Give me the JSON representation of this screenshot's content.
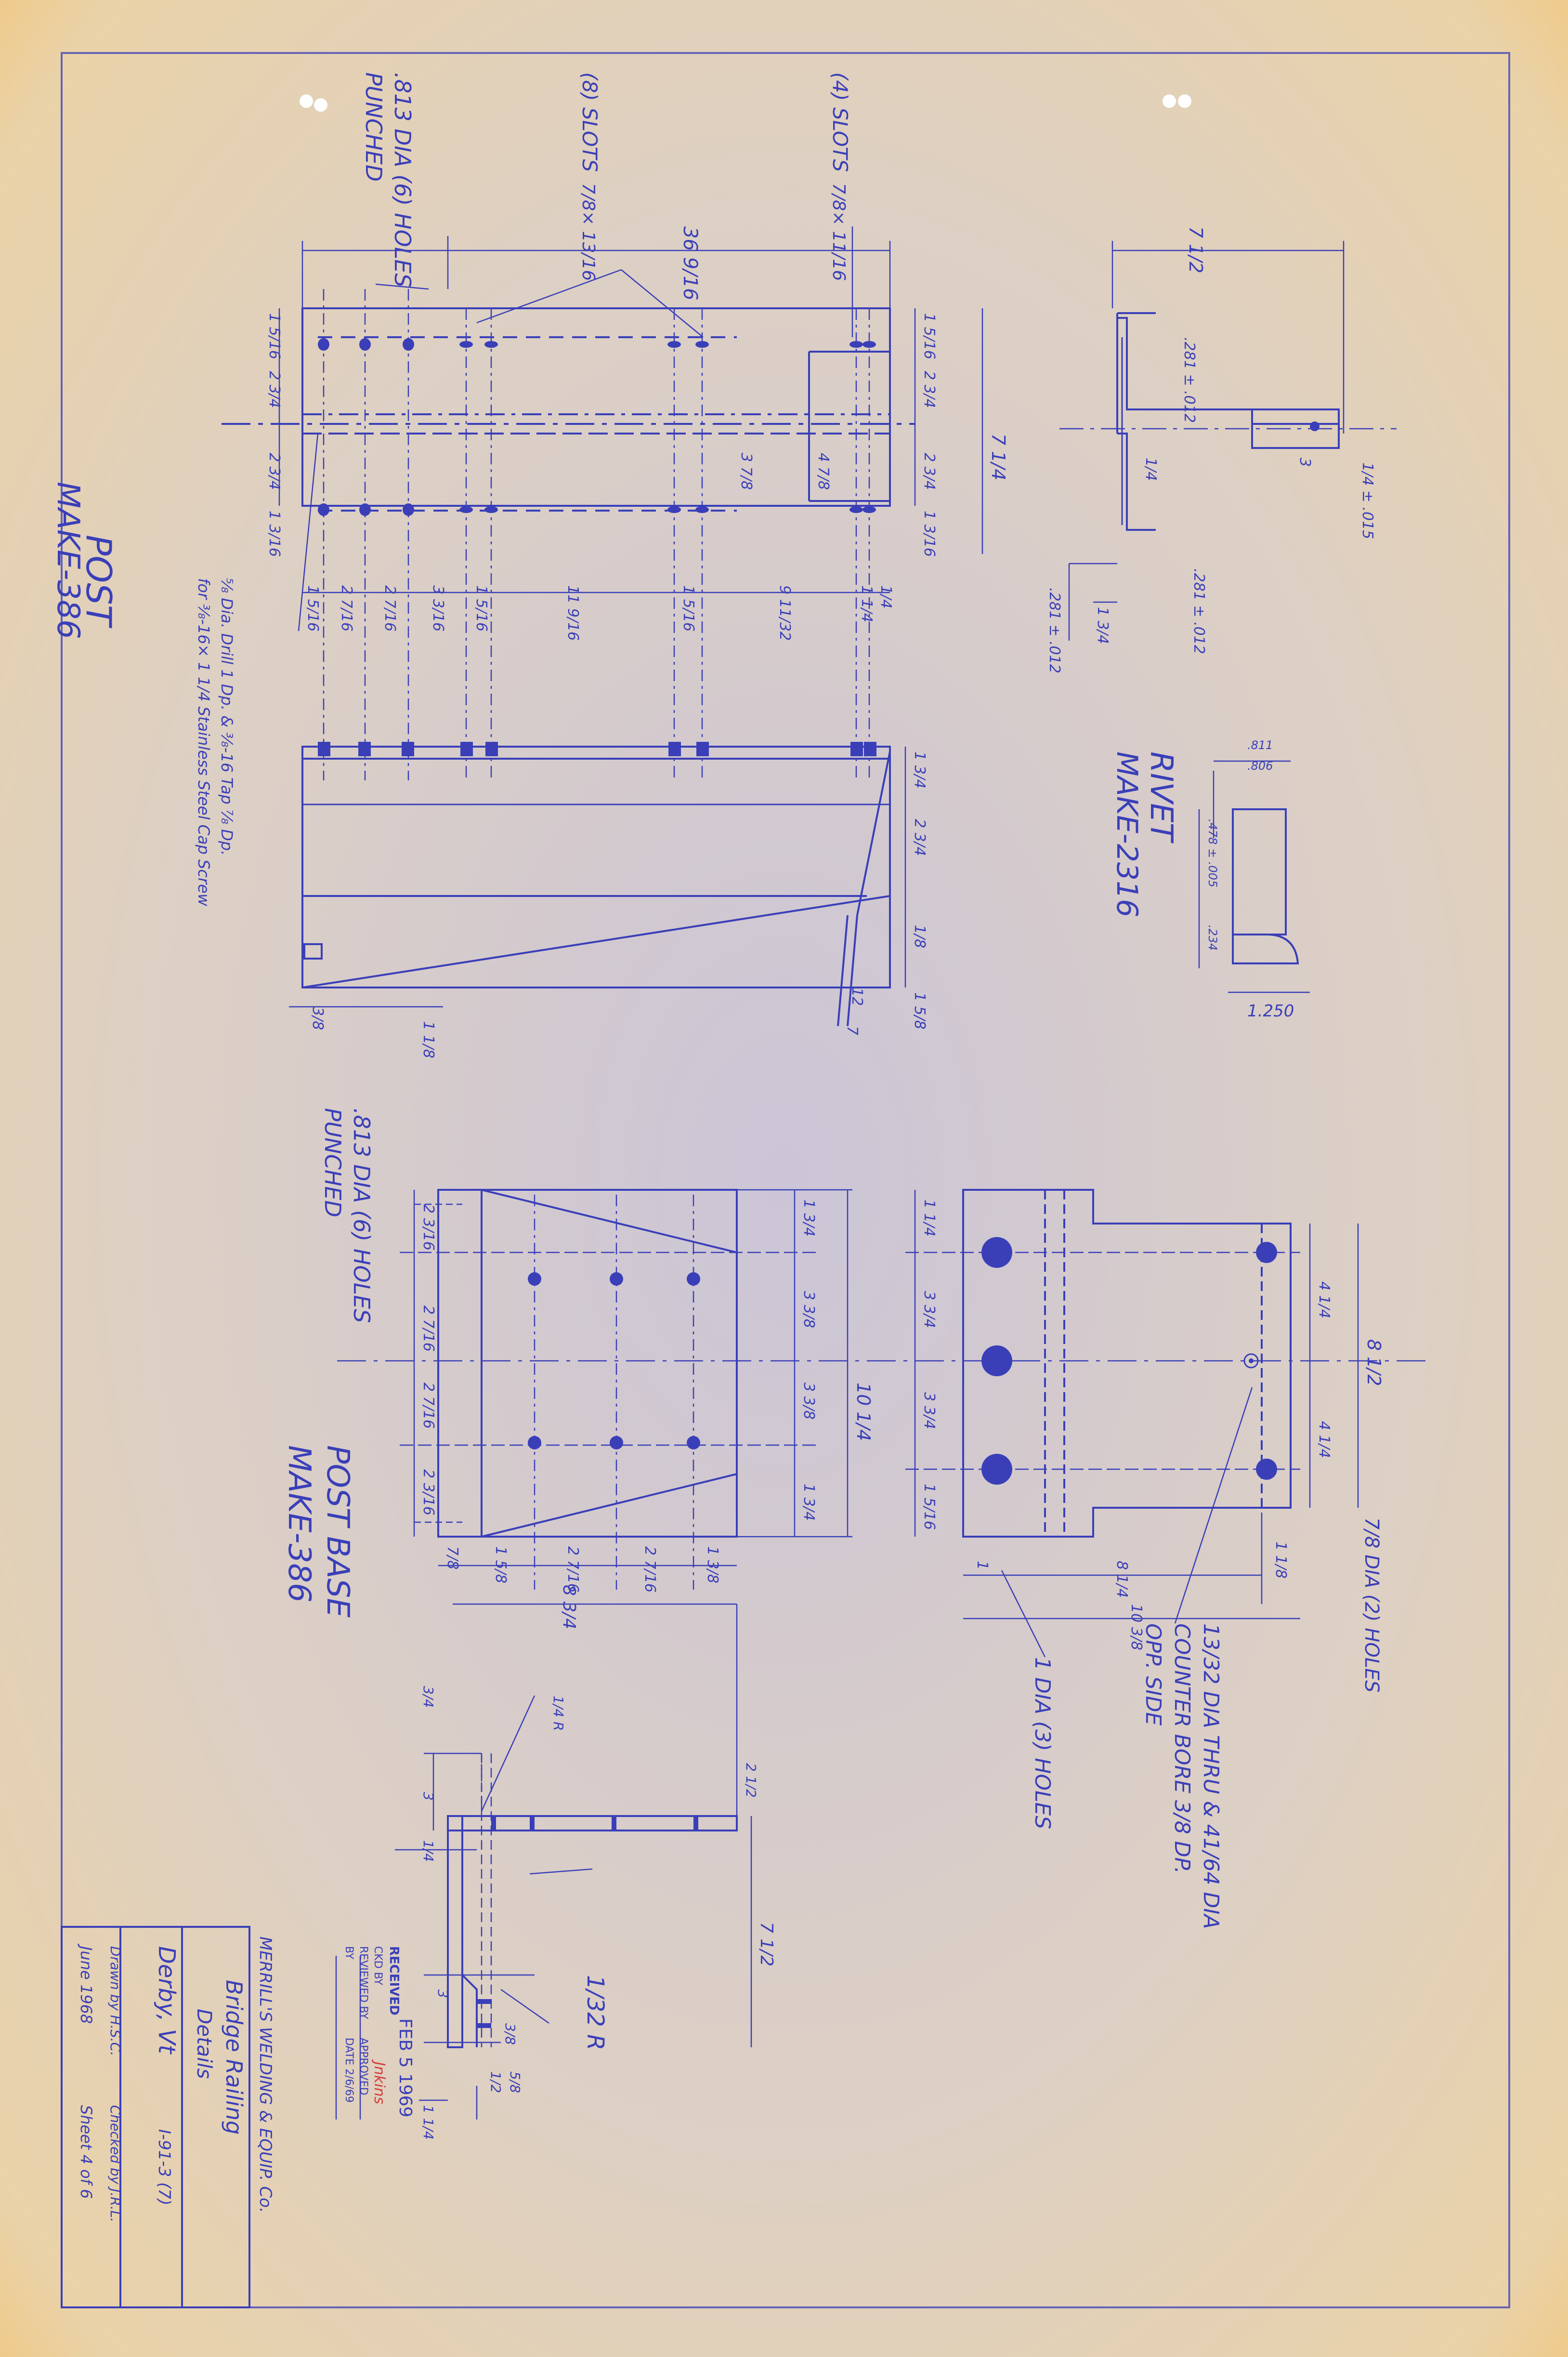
{
  "colors": {
    "paper_edge": "#efc878",
    "paper_mid": "#e5d3bd",
    "paper_center": "#ccc6d6",
    "ink": "#3a3fb8",
    "ink_light": "#6a6fd0",
    "stamp_red": "#d43b3b"
  },
  "post": {
    "title": "POST",
    "make": "MAKE-386",
    "note_holes": ".813 DIA (6) HOLES",
    "note_punched": "PUNCHED",
    "note_slots8": "(8) SLOTS",
    "note_slots8_size": "7/8× 13/16",
    "note_slots4": "(4) SLOTS",
    "note_slots4_size": "7/8× 11/16",
    "overall_length": "36 9/16",
    "drill_note_1": "⅝ Dia. Drill 1 Dp. & ⅜-16 Tap ⅞ Dp.",
    "drill_note_2": "for ⅜-16× 1 1/4 Stainless Steel Cap Screw",
    "bottom_dims": [
      "1 5/16",
      "2 7/16",
      "2 7/16",
      "3 3/16",
      "1 5/16",
      "11 9/16",
      "1 5/16",
      "9 11/32",
      "1 1/4",
      "1/4"
    ],
    "left_dims": [
      "1 5/16",
      "2 3/4",
      "2 3/4",
      "1 3/16"
    ],
    "right_dims": [
      "1 5/16",
      "2 3/4",
      "2 3/4",
      "1 3/16"
    ],
    "height": "7 1/4",
    "inner_a": "4 7/8",
    "inner_b": "3 7/8",
    "lower_right_dims": [
      "1 3/4",
      "2 3/4",
      "1/8",
      "1 5/8"
    ],
    "lower_small_dims": [
      "3/8",
      "1 1/8",
      "12",
      "7"
    ]
  },
  "section": {
    "width": "7 1/2",
    "t1": ".281 ± .012",
    "t2": ".281 ± .012",
    "t3": ".281 ± .012",
    "flange": "1 3/4",
    "web": "1/4",
    "bar": "3",
    "bar_t": "1/4 ± .015"
  },
  "rivet": {
    "title": "RIVET",
    "make": "MAKE-2316",
    "d1": ".811",
    "d2": ".806",
    "len": ".478 ± .005",
    "head": ".234",
    "head_dia": "1.250"
  },
  "base_front": {
    "note_holes": ".813 DIA (6) HOLES",
    "note_punched": "PUNCHED",
    "title": "POST BASE",
    "make": "MAKE-386",
    "left_dims": [
      "2 3/16",
      "2 7/16",
      "2 7/16",
      "2 3/16"
    ],
    "right_dims": [
      "1 3/4",
      "3 3/8",
      "3 3/8",
      "1 3/4"
    ],
    "total_h": "10 1/4",
    "bottom_dims": [
      "7/8",
      "1 5/8",
      "2 7/16",
      "2 7/16",
      "1 3/8"
    ],
    "overall": "8 3/4"
  },
  "base_plate": {
    "dims_left": [
      "1 1/4",
      "3 3/4",
      "3 3/4",
      "1 5/16"
    ],
    "right_dims": [
      "4 1/4",
      "4 1/4"
    ],
    "overall_h": "8 1/2",
    "len_a": "8 1/4",
    "len_b": "10 3/8",
    "small_a": "1 1/8",
    "small_b": "1",
    "note_two_holes": "7/8 DIA (2) HOLES",
    "note_thru_1": "13/32 DIA THRU & 41/64 DIA",
    "note_thru_2": "COUNTER BORE 3/8 DP.",
    "note_thru_3": "OPP. SIDE",
    "note_three_holes": "1 DIA (3) HOLES"
  },
  "base_side": {
    "radius_a": "1/4 R",
    "radius_b": "1/32 R",
    "dims": [
      "3/4",
      "3",
      "1/4",
      "2 1/2",
      "7 1/2",
      "3",
      "1 1/4",
      "3/8",
      "1/2",
      "5/8"
    ]
  },
  "stamp": {
    "received": "RECEIVED",
    "date": "FEB 5 1969",
    "line1": "CKD BY",
    "line1b": "Jnkins",
    "line2": "REVIEWED BY",
    "line2b": "APPROVED",
    "line3": "BY",
    "line3b": "DATE 2/6/69"
  },
  "title_block": {
    "company": "MERRILL'S WELDING & EQUIP. Co.",
    "title": "Bridge Railing",
    "subtitle": "Details",
    "location": "Derby, Vt",
    "project": "I-91-3 (7)",
    "drawn": "Drawn by H.S.C.",
    "checked": "Checked by J.R.L.",
    "date": "June 1968",
    "sheet": "Sheet 4 of 6"
  }
}
